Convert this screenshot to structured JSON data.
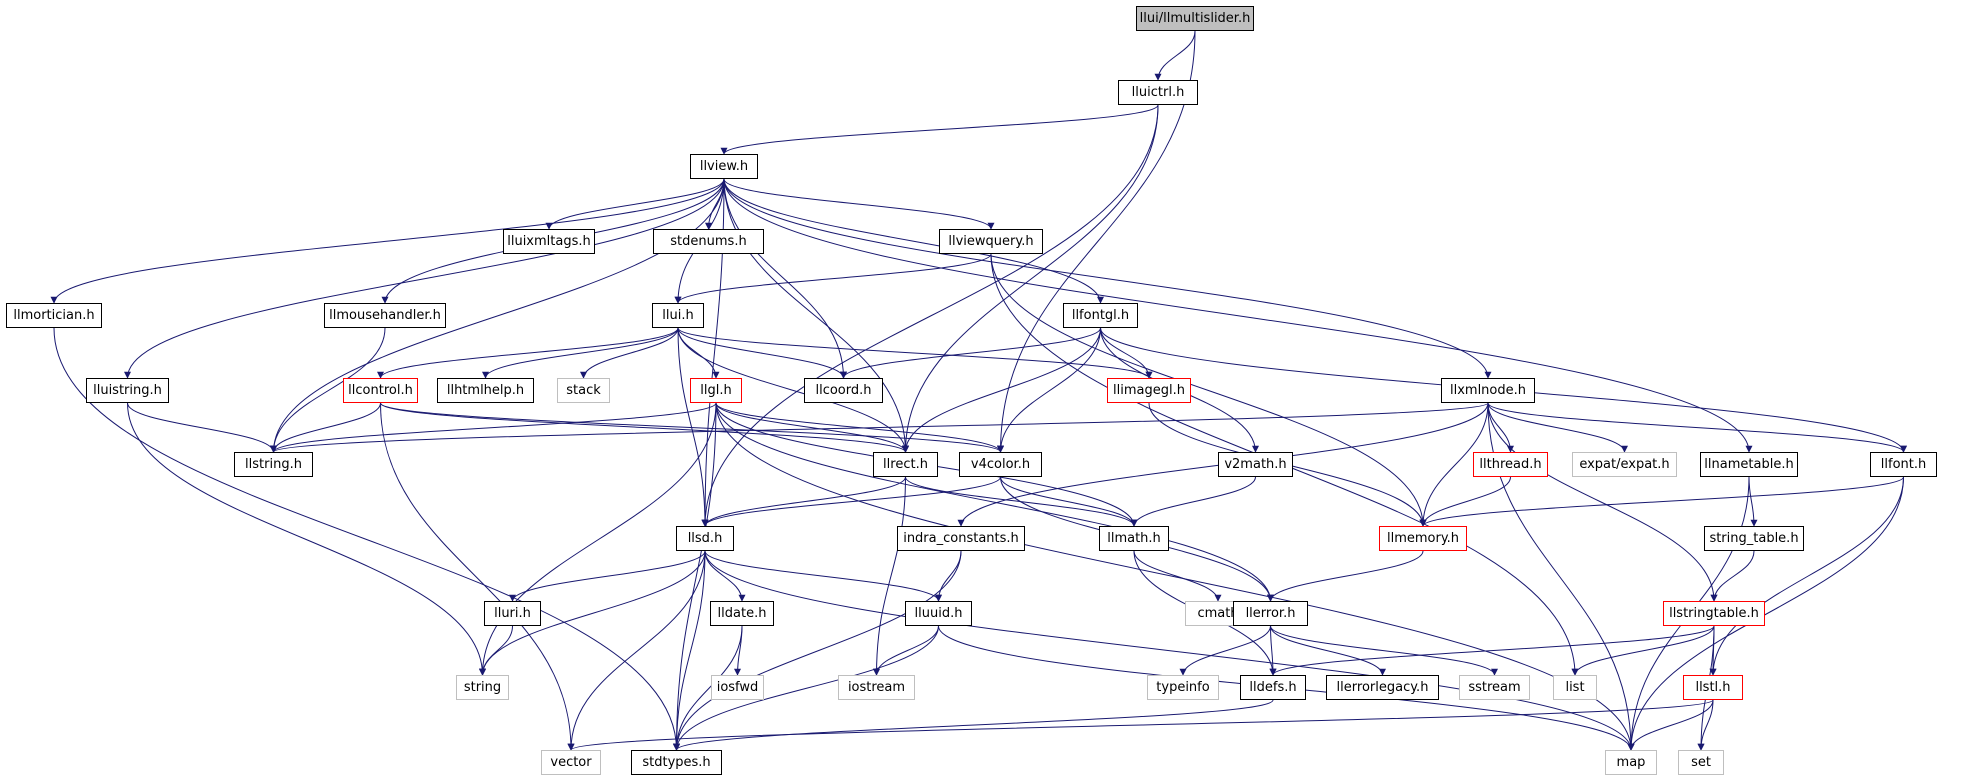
{
  "root": "llui/llmultislider.h",
  "colors": {
    "edge": "#191970",
    "truncated_border": "#ff0000",
    "external_border": "#bfbfbf",
    "root_fill": "#bfbfbf"
  },
  "nodes": [
    {
      "id": "root",
      "label": "llui/llmultislider.h",
      "kind": "root"
    },
    {
      "id": "lluictrl",
      "label": "lluictrl.h",
      "kind": "normal"
    },
    {
      "id": "llview",
      "label": "llview.h",
      "kind": "normal"
    },
    {
      "id": "lluixmltags",
      "label": "lluixmltags.h",
      "kind": "normal"
    },
    {
      "id": "stdenums",
      "label": "stdenums.h",
      "kind": "normal"
    },
    {
      "id": "llviewquery",
      "label": "llviewquery.h",
      "kind": "normal"
    },
    {
      "id": "llmortician",
      "label": "llmortician.h",
      "kind": "normal"
    },
    {
      "id": "llmousehandler",
      "label": "llmousehandler.h",
      "kind": "normal"
    },
    {
      "id": "llui",
      "label": "llui.h",
      "kind": "normal"
    },
    {
      "id": "llfontgl",
      "label": "llfontgl.h",
      "kind": "normal"
    },
    {
      "id": "lluistring",
      "label": "lluistring.h",
      "kind": "normal"
    },
    {
      "id": "llcontrol",
      "label": "llcontrol.h",
      "kind": "truncated"
    },
    {
      "id": "llhtmlhelp",
      "label": "llhtmlhelp.h",
      "kind": "normal"
    },
    {
      "id": "stack",
      "label": "stack",
      "kind": "external"
    },
    {
      "id": "llgl",
      "label": "llgl.h",
      "kind": "truncated"
    },
    {
      "id": "llcoord",
      "label": "llcoord.h",
      "kind": "normal"
    },
    {
      "id": "llimagegl",
      "label": "llimagegl.h",
      "kind": "truncated"
    },
    {
      "id": "llxmlnode",
      "label": "llxmlnode.h",
      "kind": "normal"
    },
    {
      "id": "llstring",
      "label": "llstring.h",
      "kind": "normal"
    },
    {
      "id": "llrect",
      "label": "llrect.h",
      "kind": "normal"
    },
    {
      "id": "v4color",
      "label": "v4color.h",
      "kind": "normal"
    },
    {
      "id": "v2math",
      "label": "v2math.h",
      "kind": "normal"
    },
    {
      "id": "llthread",
      "label": "llthread.h",
      "kind": "truncated"
    },
    {
      "id": "expat",
      "label": "expat/expat.h",
      "kind": "external"
    },
    {
      "id": "llnametable",
      "label": "llnametable.h",
      "kind": "normal"
    },
    {
      "id": "llfont",
      "label": "llfont.h",
      "kind": "normal"
    },
    {
      "id": "llsd",
      "label": "llsd.h",
      "kind": "normal"
    },
    {
      "id": "indra_constants",
      "label": "indra_constants.h",
      "kind": "normal"
    },
    {
      "id": "llmath",
      "label": "llmath.h",
      "kind": "normal"
    },
    {
      "id": "llmemory",
      "label": "llmemory.h",
      "kind": "truncated"
    },
    {
      "id": "string_table",
      "label": "string_table.h",
      "kind": "normal"
    },
    {
      "id": "lluri",
      "label": "lluri.h",
      "kind": "normal"
    },
    {
      "id": "lldate",
      "label": "lldate.h",
      "kind": "normal"
    },
    {
      "id": "lluuid",
      "label": "lluuid.h",
      "kind": "normal"
    },
    {
      "id": "cmath",
      "label": "cmath",
      "kind": "external"
    },
    {
      "id": "llerror",
      "label": "llerror.h",
      "kind": "normal"
    },
    {
      "id": "llstringtable",
      "label": "llstringtable.h",
      "kind": "truncated"
    },
    {
      "id": "string",
      "label": "string",
      "kind": "external"
    },
    {
      "id": "iosfwd",
      "label": "iosfwd",
      "kind": "external"
    },
    {
      "id": "iostream",
      "label": "iostream",
      "kind": "external"
    },
    {
      "id": "typeinfo",
      "label": "typeinfo",
      "kind": "external"
    },
    {
      "id": "lldefs",
      "label": "lldefs.h",
      "kind": "normal"
    },
    {
      "id": "llerrorlegacy",
      "label": "llerrorlegacy.h",
      "kind": "normal"
    },
    {
      "id": "sstream",
      "label": "sstream",
      "kind": "external"
    },
    {
      "id": "list",
      "label": "list",
      "kind": "external"
    },
    {
      "id": "llstl",
      "label": "llstl.h",
      "kind": "truncated"
    },
    {
      "id": "vector",
      "label": "vector",
      "kind": "external"
    },
    {
      "id": "stdtypes",
      "label": "stdtypes.h",
      "kind": "normal"
    },
    {
      "id": "map",
      "label": "map",
      "kind": "external"
    },
    {
      "id": "set",
      "label": "set",
      "kind": "external"
    }
  ],
  "edges": [
    [
      "root",
      "lluictrl"
    ],
    [
      "root",
      "v4color"
    ],
    [
      "lluictrl",
      "llview"
    ],
    [
      "lluictrl",
      "llrect"
    ],
    [
      "lluictrl",
      "llsd"
    ],
    [
      "llview",
      "lluixmltags"
    ],
    [
      "llview",
      "stdenums"
    ],
    [
      "llview",
      "llviewquery"
    ],
    [
      "llview",
      "llmortician"
    ],
    [
      "llview",
      "llmousehandler"
    ],
    [
      "llview",
      "llui"
    ],
    [
      "llview",
      "llfontgl"
    ],
    [
      "llview",
      "lluistring"
    ],
    [
      "llview",
      "llstring"
    ],
    [
      "llview",
      "llcoord"
    ],
    [
      "llview",
      "llrect"
    ],
    [
      "llview",
      "llxmlnode"
    ],
    [
      "llview",
      "llnametable"
    ],
    [
      "llview",
      "llsd"
    ],
    [
      "llviewquery",
      "llui"
    ],
    [
      "llviewquery",
      "list"
    ],
    [
      "llviewquery",
      "llmemory"
    ],
    [
      "llmortician",
      "stdtypes"
    ],
    [
      "llmousehandler",
      "llstring"
    ],
    [
      "llui",
      "llcontrol"
    ],
    [
      "llui",
      "llhtmlhelp"
    ],
    [
      "llui",
      "stack"
    ],
    [
      "llui",
      "llgl"
    ],
    [
      "llui",
      "llcoord"
    ],
    [
      "llui",
      "llimagegl"
    ],
    [
      "llui",
      "llrect"
    ],
    [
      "llui",
      "llsd"
    ],
    [
      "llfontgl",
      "llcoord"
    ],
    [
      "llfontgl",
      "llimagegl"
    ],
    [
      "llfontgl",
      "v2math"
    ],
    [
      "llfontgl",
      "llfont"
    ],
    [
      "llfontgl",
      "v4color"
    ],
    [
      "llfontgl",
      "llrect"
    ],
    [
      "lluistring",
      "llstring"
    ],
    [
      "lluistring",
      "string"
    ],
    [
      "llcontrol",
      "llstring"
    ],
    [
      "llcontrol",
      "llrect"
    ],
    [
      "llcontrol",
      "v4color"
    ],
    [
      "llcontrol",
      "vector"
    ],
    [
      "llgl",
      "llstring"
    ],
    [
      "llgl",
      "llrect"
    ],
    [
      "llgl",
      "llerror"
    ],
    [
      "llgl",
      "string"
    ],
    [
      "llgl",
      "map"
    ],
    [
      "llgl",
      "stdtypes"
    ],
    [
      "llgl",
      "llmath"
    ],
    [
      "llgl",
      "v4color"
    ],
    [
      "llimagegl",
      "llmemory"
    ],
    [
      "llxmlnode",
      "llstring"
    ],
    [
      "llxmlnode",
      "llmemory"
    ],
    [
      "llxmlnode",
      "llthread"
    ],
    [
      "llxmlnode",
      "expat"
    ],
    [
      "llxmlnode",
      "indra_constants"
    ],
    [
      "llxmlnode",
      "llstringtable"
    ],
    [
      "llxmlnode",
      "llfont"
    ],
    [
      "llxmlnode",
      "map"
    ],
    [
      "llrect",
      "llsd"
    ],
    [
      "llrect",
      "llmath"
    ],
    [
      "llrect",
      "iostream"
    ],
    [
      "v4color",
      "llmath"
    ],
    [
      "v4color",
      "llerror"
    ],
    [
      "v4color",
      "llsd"
    ],
    [
      "v2math",
      "llmath"
    ],
    [
      "llthread",
      "llmemory"
    ],
    [
      "llnametable",
      "map"
    ],
    [
      "llnametable",
      "string_table"
    ],
    [
      "llfont",
      "llmemory"
    ],
    [
      "llfont",
      "llstl"
    ],
    [
      "llfont",
      "map"
    ],
    [
      "llsd",
      "lluri"
    ],
    [
      "llsd",
      "lldate"
    ],
    [
      "llsd",
      "lluuid"
    ],
    [
      "llsd",
      "string"
    ],
    [
      "llsd",
      "vector"
    ],
    [
      "llsd",
      "stdtypes"
    ],
    [
      "llsd",
      "map"
    ],
    [
      "indra_constants",
      "lluuid"
    ],
    [
      "indra_constants",
      "stdtypes"
    ],
    [
      "llmath",
      "cmath"
    ],
    [
      "llmath",
      "lldefs"
    ],
    [
      "llmemory",
      "llerror"
    ],
    [
      "string_table",
      "llstringtable"
    ],
    [
      "lluri",
      "string"
    ],
    [
      "lldate",
      "iosfwd"
    ],
    [
      "lldate",
      "stdtypes"
    ],
    [
      "lluuid",
      "iostream"
    ],
    [
      "lluuid",
      "stdtypes"
    ],
    [
      "lluuid",
      "map"
    ],
    [
      "llerror",
      "typeinfo"
    ],
    [
      "llerror",
      "lldefs"
    ],
    [
      "llerror",
      "llerrorlegacy"
    ],
    [
      "llerror",
      "sstream"
    ],
    [
      "llstringtable",
      "lldefs"
    ],
    [
      "llstringtable",
      "list"
    ],
    [
      "llstringtable",
      "llstl"
    ],
    [
      "llstringtable",
      "set"
    ],
    [
      "lldefs",
      "stdtypes"
    ],
    [
      "llstl",
      "map"
    ],
    [
      "llstl",
      "set"
    ],
    [
      "llstl",
      "vector"
    ]
  ]
}
